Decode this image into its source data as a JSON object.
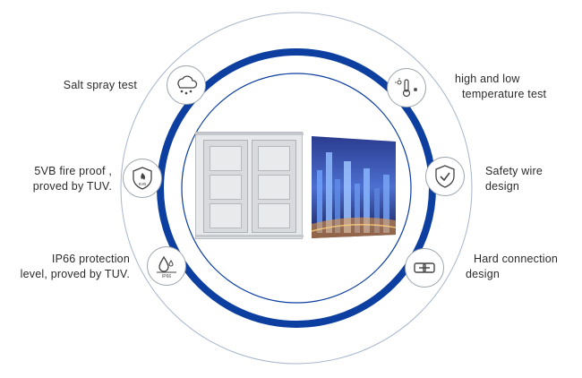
{
  "features": {
    "salt_spray": {
      "lines": [
        "Salt spray test"
      ],
      "icon": "salt-spray-cloud-icon"
    },
    "fire_proof": {
      "lines": [
        "5VB fire proof ,",
        "proved by TUV."
      ],
      "icon": "fire-shield-icon",
      "badge_text": "5VB"
    },
    "ip66": {
      "lines": [
        "IP66 protection",
        "level, proved by TUV."
      ],
      "icon": "water-drop-icon",
      "badge_text": "IP66"
    },
    "temperature": {
      "lines": [
        "high and low",
        "temperature test"
      ],
      "icon": "thermometer-sun-snow-icon"
    },
    "safety_wire": {
      "lines": [
        "Safety wire",
        "design"
      ],
      "icon": "shield-check-icon"
    },
    "hard_connection": {
      "lines": [
        "Hard connection",
        "design"
      ],
      "icon": "chain-link-icon"
    }
  },
  "colors": {
    "ring_dark": "#0d3fa0",
    "ring_thin": "#a7b6cc",
    "badge_border": "#9aa3ad",
    "text": "#2b2b2b"
  }
}
